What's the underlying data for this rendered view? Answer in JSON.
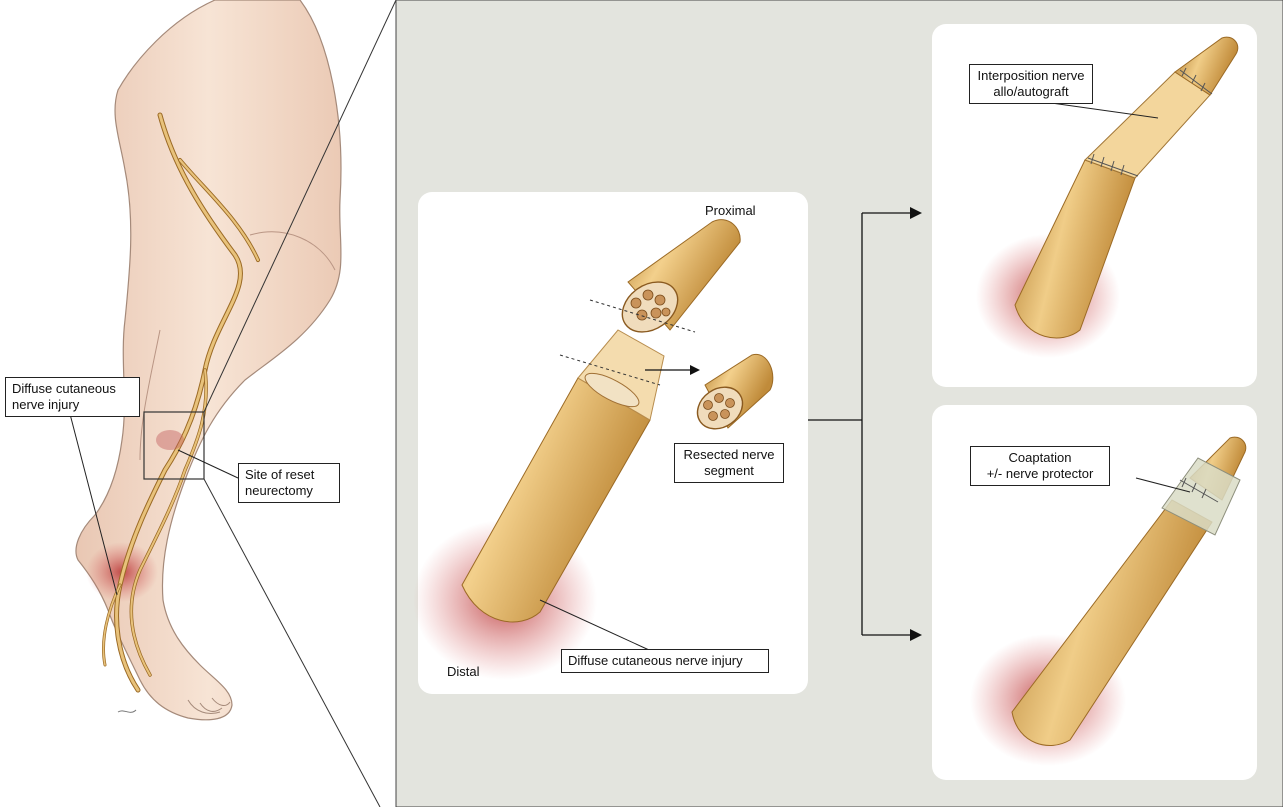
{
  "labels": {
    "leg_injury": [
      "Diffuse cutaneous",
      "nerve injury"
    ],
    "leg_site": [
      "Site of reset",
      "neurectomy"
    ],
    "resected": [
      "Resected nerve",
      "segment"
    ],
    "proximal": "Proximal",
    "distal": "Distal",
    "center_injury": "Diffuse cutaneous nerve injury",
    "graft": [
      "Interposition nerve",
      "allo/autograft"
    ],
    "coaptation": [
      "Coaptation",
      "+/- nerve protector"
    ]
  },
  "colors": {
    "panel_bg": "#e3e4de",
    "card_bg": "#ffffff",
    "nerve_fill": "#e1b667",
    "nerve_edge": "#9b6a25",
    "skin": "#f3dccb",
    "skin_edge": "#a58a7a",
    "injury": "#c83a3a",
    "protector": "#d9dcc6"
  }
}
